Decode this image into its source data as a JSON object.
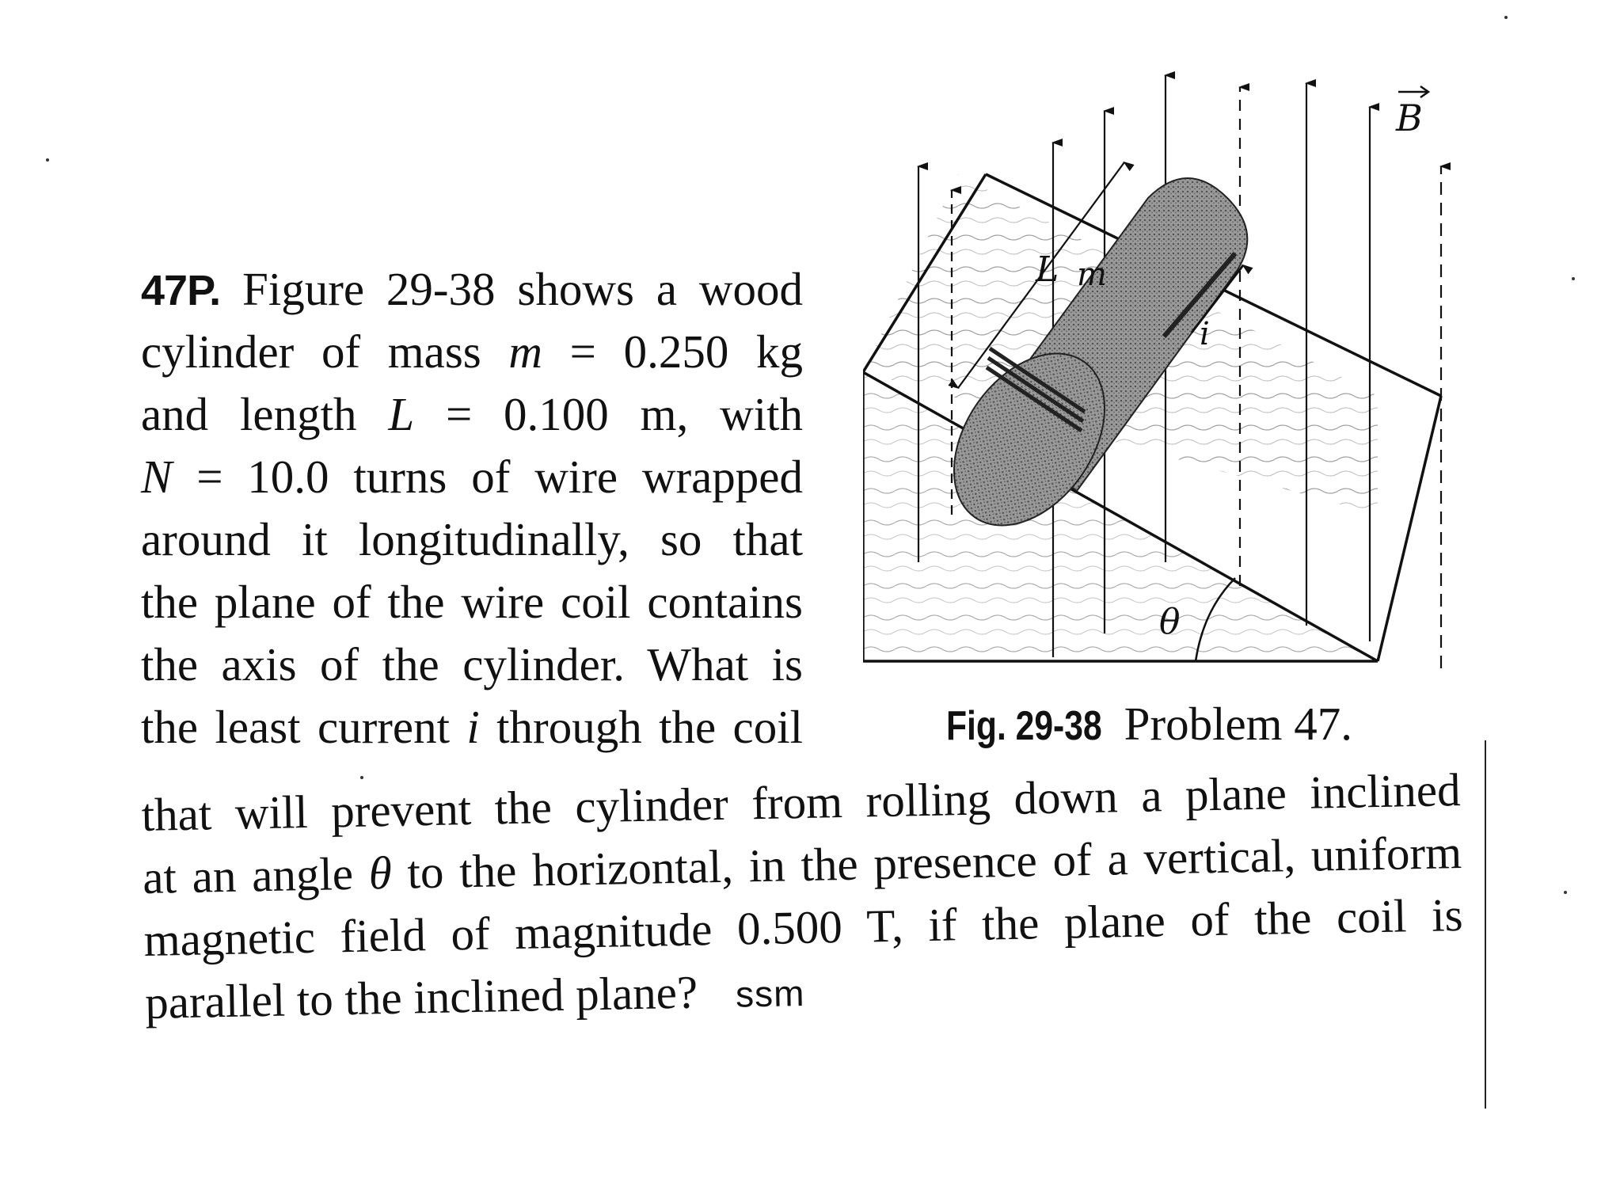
{
  "problem": {
    "number": "47P.",
    "intro_lines": [
      {
        "pre": "Figure 29-38 shows a wood",
        "num": true
      },
      {
        "pre": "cylinder of mass ",
        "var": "m",
        "post": " = 0.250 kg"
      },
      {
        "pre": "and length ",
        "var": "L",
        "post": " = 0.100 m, with"
      },
      {
        "pre": "",
        "var": "N",
        "post": " = 10.0 turns of wire wrapped"
      },
      {
        "pre": "around it longitudinally, so that"
      },
      {
        "pre": "the plane of the wire coil contains"
      },
      {
        "pre": "the axis of the cylinder. What is"
      },
      {
        "pre": "the least current ",
        "var": "i",
        "post": " through the coil"
      }
    ],
    "continuation_lines": [
      {
        "pre": "that will prevent the cylinder from rolling down a plane inclined"
      },
      {
        "pre": "at an angle ",
        "var": "θ",
        "post": " to the horizontal, in the presence of a vertical, uniform"
      },
      {
        "pre": "magnetic field of magnitude 0.500 T, if the plane of the coil is"
      },
      {
        "pre": "parallel to the inclined plane?"
      }
    ],
    "tag": "ssm"
  },
  "figure": {
    "label": "Fig. 29-38",
    "title": "Problem 47.",
    "symbols": {
      "field": "B",
      "length": "L",
      "mass": "m",
      "current": "i",
      "angle": "θ"
    }
  }
}
